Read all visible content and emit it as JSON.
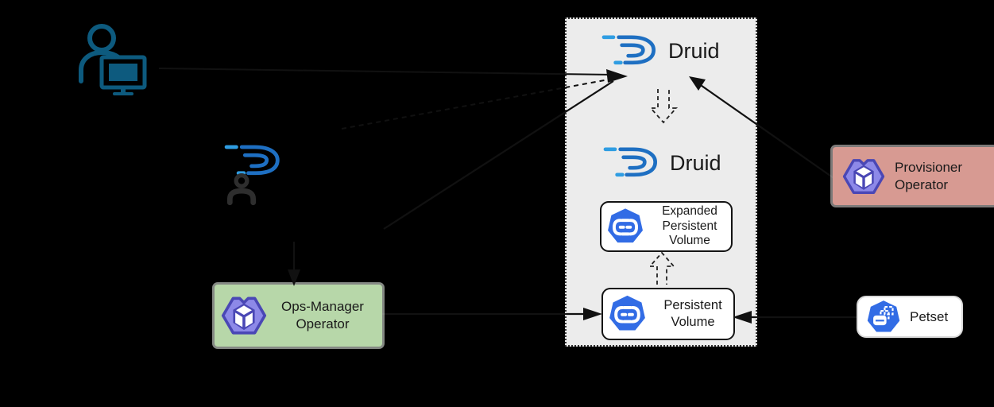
{
  "labels": {
    "druid_top": "Druid",
    "druid_mid": "Druid",
    "ops_manager": "Ops-Manager Operator",
    "provisioner": "Provisioner Operator",
    "expanded_pv": "Expanded Persistent Volume",
    "persistent_volume": "Persistent Volume",
    "petset": "Petset"
  },
  "icons": {
    "user_computer": "user-at-computer-icon",
    "druid_logo": "druid-logo-icon",
    "person": "person-icon",
    "operator": "operator-cube-icon",
    "persistent_volume": "kubernetes-pv-icon",
    "petset": "kubernetes-petset-icon"
  },
  "colors": {
    "background": "#000000",
    "cluster_fill": "#ececec",
    "cluster_border": "#333333",
    "ops_manager_fill": "#b7d7a9",
    "provisioner_fill": "#d79a92",
    "node_fill": "#ffffff",
    "node_border": "#141414",
    "kubernetes_blue": "#326ce5",
    "operator_purple_light": "#8d89e8",
    "operator_purple_dark": "#4a47b5",
    "druid_blue": "#1e6fc2",
    "druid_blue_light": "#2f9de2",
    "user_icon_blue": "#0d5a7e",
    "arrow_color": "#111111",
    "text_color": "#1a1a1a"
  }
}
